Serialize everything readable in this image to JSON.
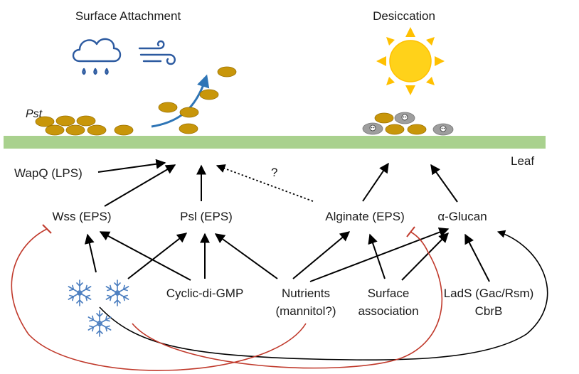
{
  "headers": {
    "left": "Surface Attachment",
    "right": "Desiccation"
  },
  "organism_label": "Pst",
  "leaf_label": "Leaf",
  "unknown_link_label": "?",
  "nodes": {
    "wapq": "WapQ (LPS)",
    "wss": "Wss (EPS)",
    "psl": "Psl (EPS)",
    "alginate": "Alginate (EPS)",
    "glucan": "α-Glucan",
    "cdg": "Cyclic-di-GMP",
    "nutrients_line1": "Nutrients",
    "nutrients_line2": "(mannitol?)",
    "surface_line1": "Surface",
    "surface_line2": "association",
    "lads_line1": "LadS (Gac/Rsm)",
    "lads_line2": "CbrB"
  },
  "colors": {
    "leaf": "#a9d18e",
    "bacteria": "#c8960a",
    "dead_bacteria": "#9e9e9e",
    "sun_body": "#ffd21a",
    "sun_rays": "#ffc000",
    "weather_icons": "#2c5aa0",
    "snowflake": "#4a7dbf",
    "inhibition": "#c0392b",
    "activation": "#000000"
  },
  "icons": [
    "rain-cloud-icon",
    "wind-icon",
    "sun-icon",
    "snowflake-icon",
    "skull-icon"
  ]
}
